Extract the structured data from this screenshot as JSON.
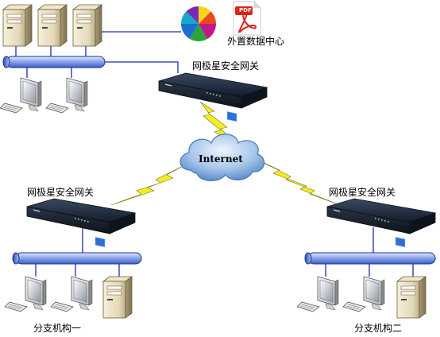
{
  "labels": {
    "external_data_center": "外置数据中心",
    "gateway_top": "网极星安全网关",
    "gateway_left": "网极星安全网关",
    "gateway_right": "网极星安全网关",
    "internet": "Internet",
    "branch_one": "分支机构一",
    "branch_two": "分支机构二",
    "pdf_badge": "PDF"
  },
  "icons": {
    "server": "server-tower-icon",
    "workstation": "desktop-computer-icon",
    "gateway": "network-gateway-device-icon",
    "cloud": "internet-cloud-icon",
    "lightning": "lightning-link-icon",
    "pie": "pie-chart-icon",
    "pdf": "pdf-document-icon"
  },
  "colors": {
    "bus": "#7fa0e6",
    "bus_edge": "#1a2e8a",
    "line": "#1a2cb8",
    "lightning": "#f3ee24",
    "cloud": "#8fb6e2",
    "gateway_body": "#1c2a3c"
  }
}
